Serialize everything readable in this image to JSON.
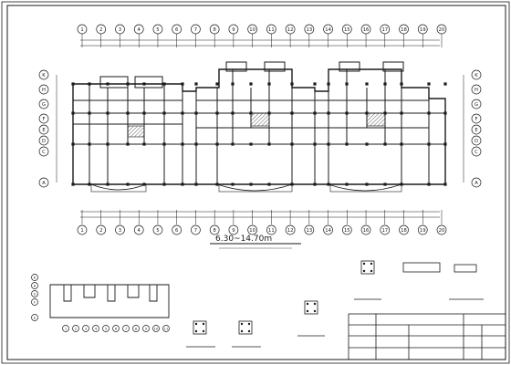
{
  "sheet": {
    "top_axes": [
      "1",
      "2",
      "3",
      "4",
      "5",
      "6",
      "7",
      "8",
      "9",
      "10",
      "11",
      "12",
      "13",
      "14",
      "15",
      "16",
      "17",
      "18",
      "19",
      "20"
    ],
    "bottom_axes": [
      "1",
      "2",
      "3",
      "4",
      "5",
      "6",
      "7",
      "8",
      "9",
      "10",
      "11",
      "12",
      "13",
      "14",
      "15",
      "16",
      "17",
      "18",
      "19",
      "20"
    ],
    "side_axes": [
      "K",
      "H",
      "G",
      "F",
      "E",
      "D",
      "C",
      "A"
    ],
    "plan_title": "6.30~14.70m",
    "title_block": {
      "rows": [
        [
          "",
          "",
          "",
          ""
        ],
        [
          "",
          "",
          "",
          ""
        ],
        [
          "",
          "",
          "",
          ""
        ],
        [
          "",
          "",
          "",
          ""
        ]
      ]
    },
    "colors": {
      "line": "#1a1a1a",
      "background": "#ffffff",
      "hatch": "#333333"
    }
  }
}
